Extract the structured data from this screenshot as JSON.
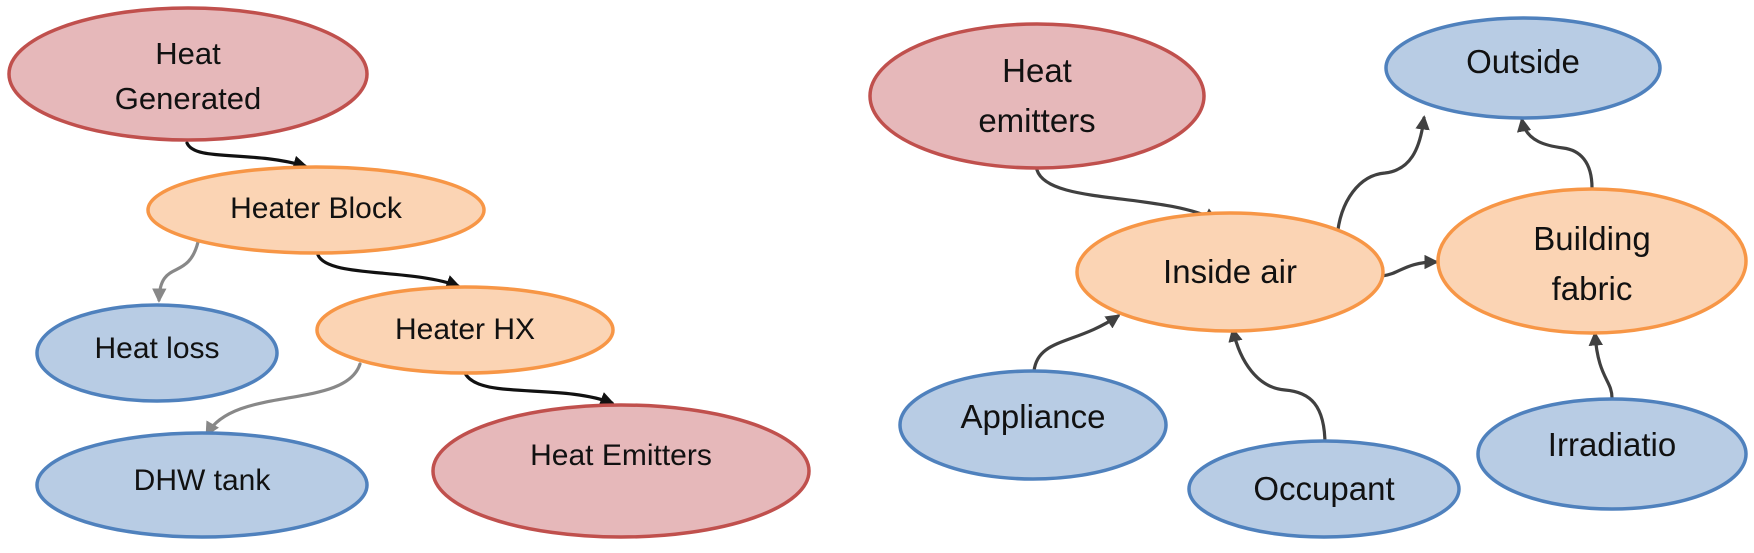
{
  "colors": {
    "red_fill": "#e6b8ba",
    "red_stroke": "#c0504d",
    "orange_fill": "#fbd4b4",
    "orange_stroke": "#f79646",
    "blue_fill": "#b8cce4",
    "blue_stroke": "#4f81bd",
    "edge_dark": "#111111",
    "edge_gray": "#888888",
    "edge_mid": "#404040"
  },
  "left_diagram": {
    "nodes": {
      "heat_generated": {
        "lines": [
          "Heat",
          "Generated"
        ]
      },
      "heater_block": {
        "lines": [
          "Heater Block"
        ]
      },
      "heat_loss": {
        "lines": [
          "Heat loss"
        ]
      },
      "heater_hx": {
        "lines": [
          "Heater HX"
        ]
      },
      "dhw_tank": {
        "lines": [
          "DHW tank"
        ]
      },
      "heat_emitters": {
        "lines": [
          "Heat Emitters"
        ]
      }
    }
  },
  "right_diagram": {
    "nodes": {
      "heat_emitters": {
        "lines": [
          "Heat",
          "emitters"
        ]
      },
      "outside": {
        "lines": [
          "Outside"
        ]
      },
      "inside_air": {
        "lines": [
          "Inside air"
        ]
      },
      "building_fabric": {
        "lines": [
          "Building",
          "fabric"
        ]
      },
      "appliance": {
        "lines": [
          "Appliance"
        ]
      },
      "occupant": {
        "lines": [
          "Occupant"
        ]
      },
      "irradiation": {
        "lines": [
          "Irradiatio"
        ]
      }
    }
  }
}
